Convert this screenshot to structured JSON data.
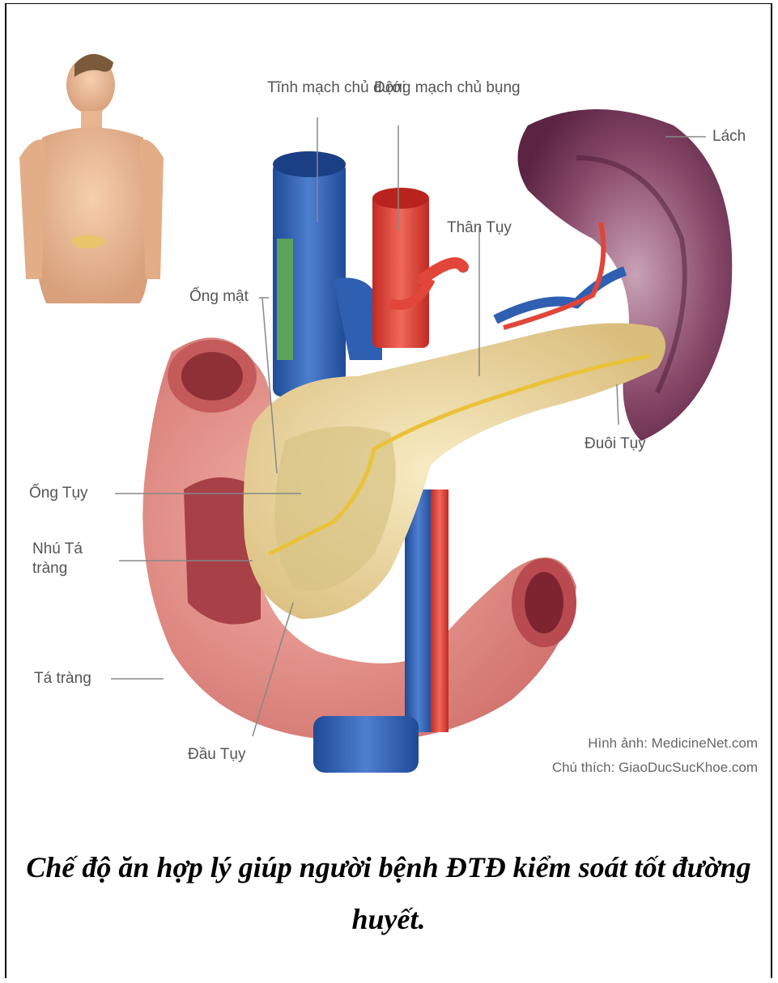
{
  "labels": {
    "ivc": "Tĩnh mạch chủ dưới",
    "aorta": "Động mạch chủ bụng",
    "spleen": "Lách",
    "body": "Thân Tụy",
    "bile_duct": "Ống mật",
    "tail": "Đuôi Tụy",
    "pancreatic_duct": "Ống Tụy",
    "papilla": "Nhú Tá tràng",
    "duodenum": "Tá tràng",
    "head": "Đầu Tụy"
  },
  "credits": {
    "image": "Hình ảnh: MedicineNet.com",
    "caption_note": "Chú thích: GiaoDucSucKhoe.com"
  },
  "caption": "Chế độ ăn hợp lý giúp người bệnh ĐTĐ kiểm soát tốt đường huyết.",
  "colors": {
    "vein": "#2f5fb0",
    "artery": "#e2453a",
    "spleen": "#6b2f4f",
    "pancreas": "#efd9a0",
    "duodenum": "#e88b86",
    "bile_duct": "#5aa35a"
  }
}
